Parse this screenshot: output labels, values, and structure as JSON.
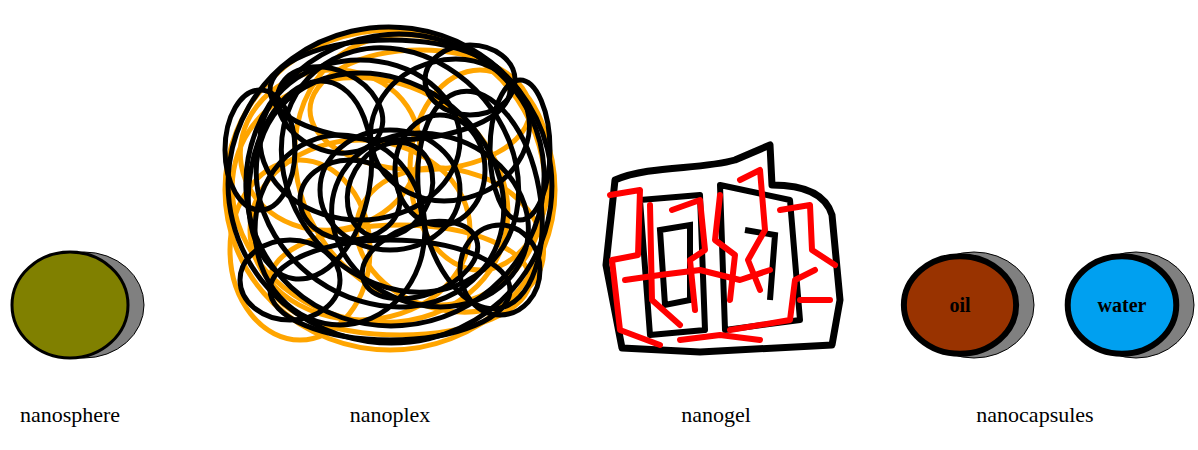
{
  "diagram": {
    "nodes": [
      {
        "text": [
          "oil"
        ]
      },
      {
        "text": [
          "water"
        ]
      }
    ],
    "labels": [
      "nanosphere",
      "nanoplex",
      "nanogel",
      "nanocapsules"
    ]
  }
}
